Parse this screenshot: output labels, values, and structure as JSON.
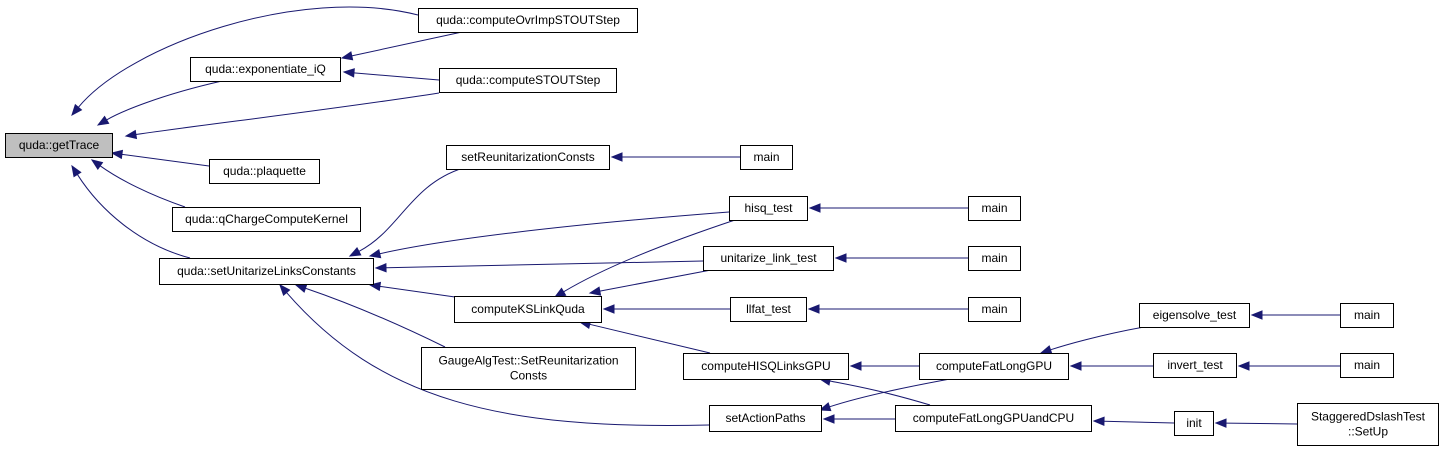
{
  "diagram": {
    "kind": "doxygen-caller-graph",
    "colors": {
      "edge": "#191970",
      "node_border": "#000000",
      "node_fill": "#ffffff",
      "current_node_fill": "#bfbfbf"
    },
    "nodes": [
      {
        "id": "getTrace",
        "lines": [
          "quda::getTrace"
        ],
        "current": true
      },
      {
        "id": "computeOvrImp",
        "lines": [
          "quda::computeOvrImpSTOUTStep"
        ]
      },
      {
        "id": "exponentiate",
        "lines": [
          "quda::exponentiate_iQ"
        ]
      },
      {
        "id": "computeSTOUT",
        "lines": [
          "quda::computeSTOUTStep"
        ]
      },
      {
        "id": "plaquette",
        "lines": [
          "quda::plaquette"
        ]
      },
      {
        "id": "qCharge",
        "lines": [
          "quda::qChargeComputeKernel"
        ]
      },
      {
        "id": "setUnitarize",
        "lines": [
          "quda::setUnitarizeLinksConstants"
        ]
      },
      {
        "id": "setReunit",
        "lines": [
          "setReunitarizationConsts"
        ]
      },
      {
        "id": "gaugeAlg",
        "lines": [
          "GaugeAlgTest::SetReunitarization",
          "Consts"
        ]
      },
      {
        "id": "main1",
        "lines": [
          "main"
        ]
      },
      {
        "id": "hisq",
        "lines": [
          "hisq_test"
        ]
      },
      {
        "id": "unitarizeLink",
        "lines": [
          "unitarize_link_test"
        ]
      },
      {
        "id": "computeKS",
        "lines": [
          "computeKSLinkQuda"
        ]
      },
      {
        "id": "llfat",
        "lines": [
          "llfat_test"
        ]
      },
      {
        "id": "computeHISQ",
        "lines": [
          "computeHISQLinksGPU"
        ]
      },
      {
        "id": "setAction",
        "lines": [
          "setActionPaths"
        ]
      },
      {
        "id": "main2",
        "lines": [
          "main"
        ]
      },
      {
        "id": "main3",
        "lines": [
          "main"
        ]
      },
      {
        "id": "main4",
        "lines": [
          "main"
        ]
      },
      {
        "id": "computeFatLong",
        "lines": [
          "computeFatLongGPU"
        ]
      },
      {
        "id": "computeFatLongCPU",
        "lines": [
          "computeFatLongGPUandCPU"
        ]
      },
      {
        "id": "eigensolve",
        "lines": [
          "eigensolve_test"
        ]
      },
      {
        "id": "invert",
        "lines": [
          "invert_test"
        ]
      },
      {
        "id": "init",
        "lines": [
          "init"
        ]
      },
      {
        "id": "main5",
        "lines": [
          "main"
        ]
      },
      {
        "id": "main6",
        "lines": [
          "main"
        ]
      },
      {
        "id": "staggered",
        "lines": [
          "StaggeredDslashTest",
          "::SetUp"
        ]
      }
    ],
    "edges": [
      {
        "from": "computeOvrImp",
        "to": "getTrace"
      },
      {
        "from": "exponentiate",
        "to": "getTrace"
      },
      {
        "from": "computeSTOUT",
        "to": "getTrace"
      },
      {
        "from": "plaquette",
        "to": "getTrace"
      },
      {
        "from": "qCharge",
        "to": "getTrace"
      },
      {
        "from": "setUnitarize",
        "to": "getTrace"
      },
      {
        "from": "computeOvrImp",
        "to": "exponentiate"
      },
      {
        "from": "computeSTOUT",
        "to": "exponentiate"
      },
      {
        "from": "setReunit",
        "to": "setUnitarize"
      },
      {
        "from": "hisq",
        "to": "setUnitarize"
      },
      {
        "from": "unitarizeLink",
        "to": "setUnitarize"
      },
      {
        "from": "computeKS",
        "to": "setUnitarize"
      },
      {
        "from": "gaugeAlg",
        "to": "setUnitarize"
      },
      {
        "from": "setAction",
        "to": "setUnitarize"
      },
      {
        "from": "main1",
        "to": "setReunit"
      },
      {
        "from": "main2",
        "to": "hisq"
      },
      {
        "from": "main3",
        "to": "unitarizeLink"
      },
      {
        "from": "main4",
        "to": "llfat"
      },
      {
        "from": "hisq",
        "to": "computeKS"
      },
      {
        "from": "unitarizeLink",
        "to": "computeKS"
      },
      {
        "from": "llfat",
        "to": "computeKS"
      },
      {
        "from": "computeHISQ",
        "to": "computeKS"
      },
      {
        "from": "computeFatLong",
        "to": "computeHISQ"
      },
      {
        "from": "computeFatLongCPU",
        "to": "computeHISQ"
      },
      {
        "from": "computeFatLong",
        "to": "setAction"
      },
      {
        "from": "computeFatLongCPU",
        "to": "setAction"
      },
      {
        "from": "eigensolve",
        "to": "computeFatLong"
      },
      {
        "from": "invert",
        "to": "computeFatLong"
      },
      {
        "from": "init",
        "to": "computeFatLongCPU"
      },
      {
        "from": "main5",
        "to": "eigensolve"
      },
      {
        "from": "main6",
        "to": "invert"
      },
      {
        "from": "staggered",
        "to": "init"
      }
    ]
  }
}
